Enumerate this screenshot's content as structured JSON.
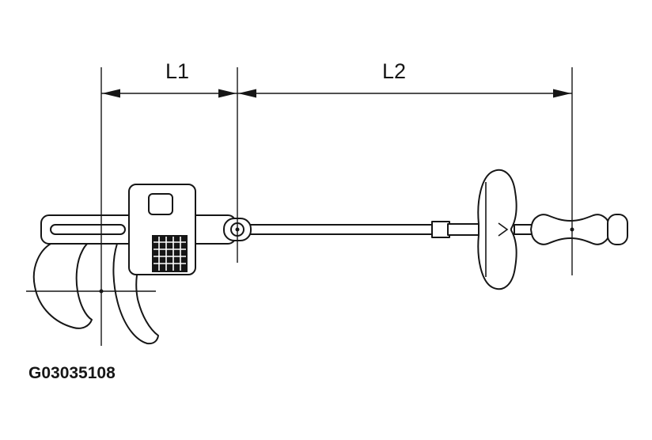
{
  "figure": {
    "id_label": "G03035108",
    "dimensions": {
      "l1_label": "L1",
      "l2_label": "L2"
    },
    "colors": {
      "ink": "#161616",
      "background": "#ffffff"
    }
  }
}
